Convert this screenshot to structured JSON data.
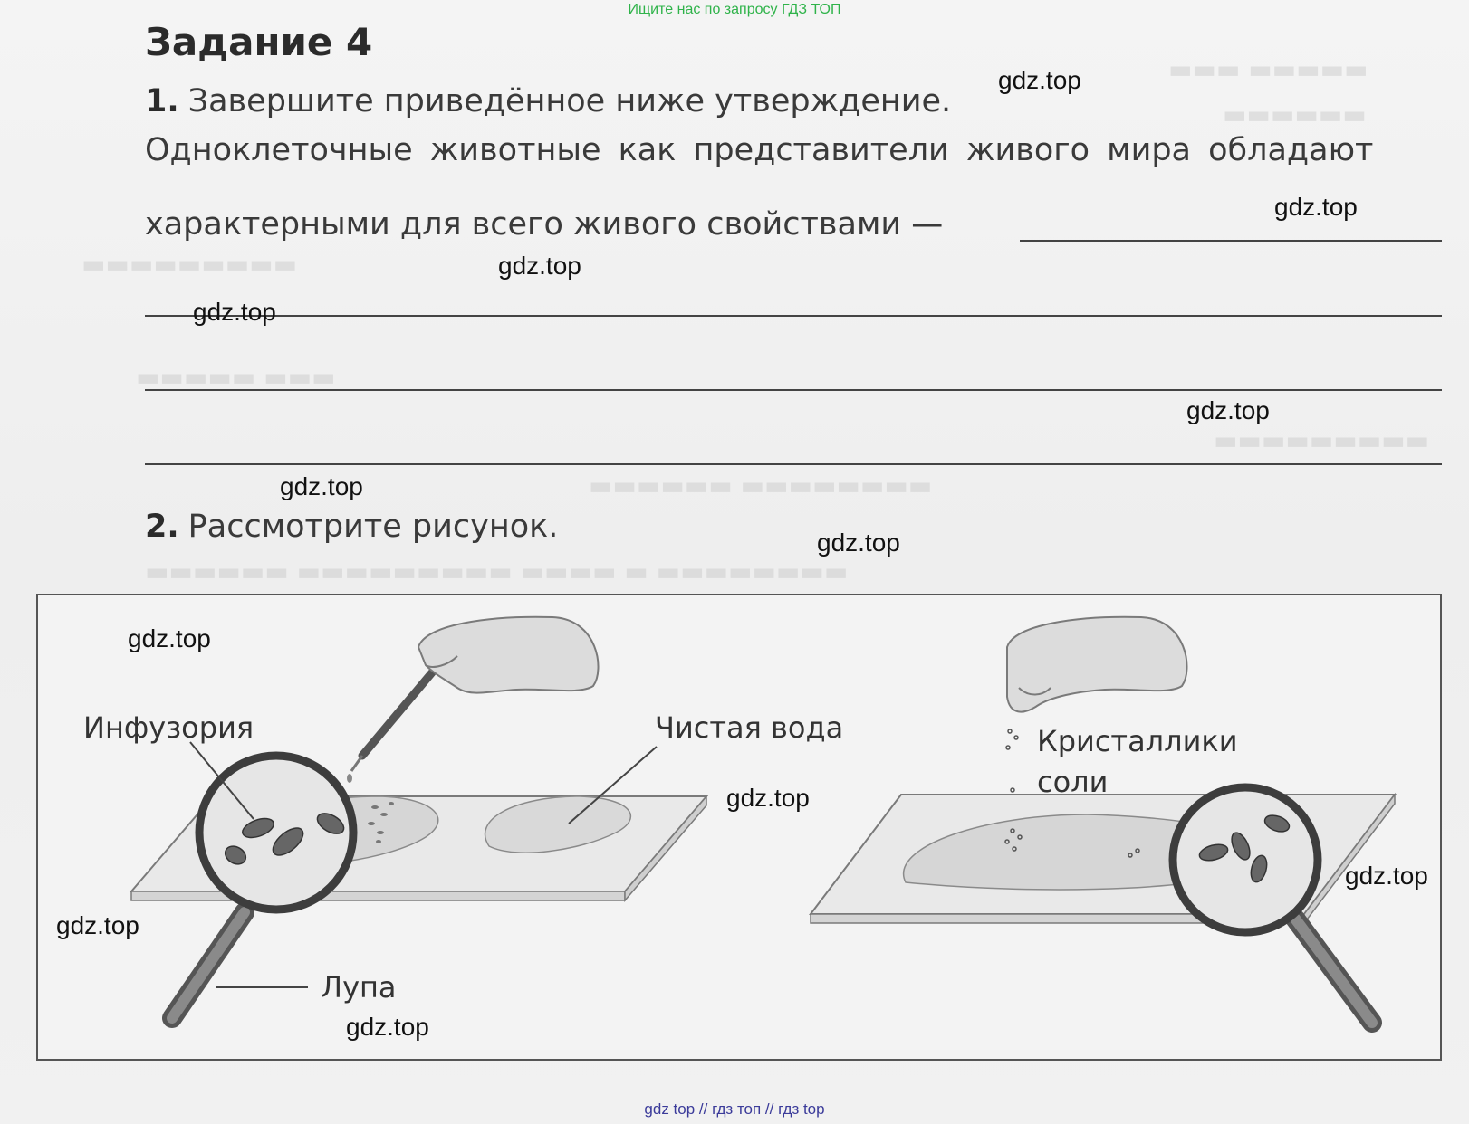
{
  "top_banner": "Ищите нас по запросу ГДЗ ТОП",
  "heading": "Задание 4",
  "question1": {
    "number": "1.",
    "text": "Завершите приведённое ниже утверждение.",
    "statement_line1": "Одноклеточные животные как представители живого мира обладают",
    "statement_line2": "характерными для всего живого свойствами —"
  },
  "question2": {
    "number": "2.",
    "text": "Рассмотрите рисунок."
  },
  "figure": {
    "label_infusoria": "Инфузория",
    "label_clean_water": "Чистая вода",
    "label_crystals_line1": "Кристаллики",
    "label_crystals_line2": "соли",
    "label_loupe": "Лупа"
  },
  "watermark": "gdz.top",
  "bottom_bar": "gdz top  //  гдз топ  //  гдз top"
}
